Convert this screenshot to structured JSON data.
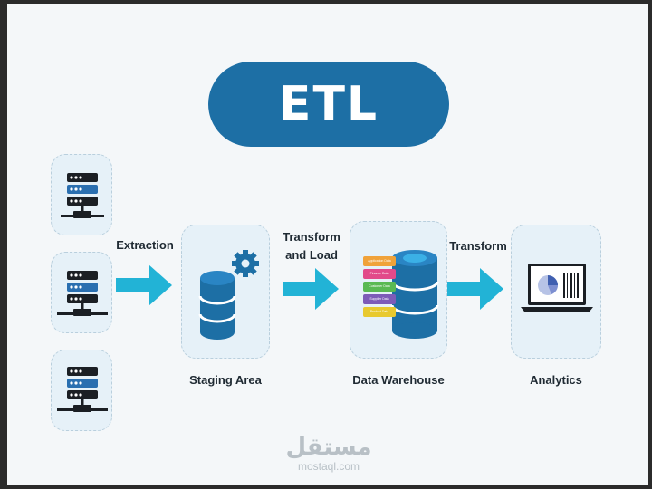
{
  "title": "ETL",
  "labels": {
    "extraction": "Extraction",
    "transform_load_line1": "Transform",
    "transform_load_line2": "and Load",
    "transform": "Transform",
    "staging_area": "Staging Area",
    "data_warehouse": "Data Warehouse",
    "analytics": "Analytics"
  },
  "warehouse_tags": [
    "Application Data",
    "Finance Data",
    "Customer Data",
    "Supplier Data",
    "Product Data"
  ],
  "watermark": {
    "arabic": "مستقل",
    "latin": "mostaql.com"
  },
  "colors": {
    "primary_blue": "#1d6fa5",
    "arrow_cyan": "#22b3d6",
    "server_dark": "#1b1f24",
    "server_blue": "#2a6fb0",
    "card_bg": "#e6f1f8",
    "tag_orange": "#f0a23a",
    "tag_pink": "#e24a8a",
    "tag_green": "#5ab953",
    "tag_purple": "#7d5bb8",
    "tag_yellow": "#e8c92f"
  }
}
